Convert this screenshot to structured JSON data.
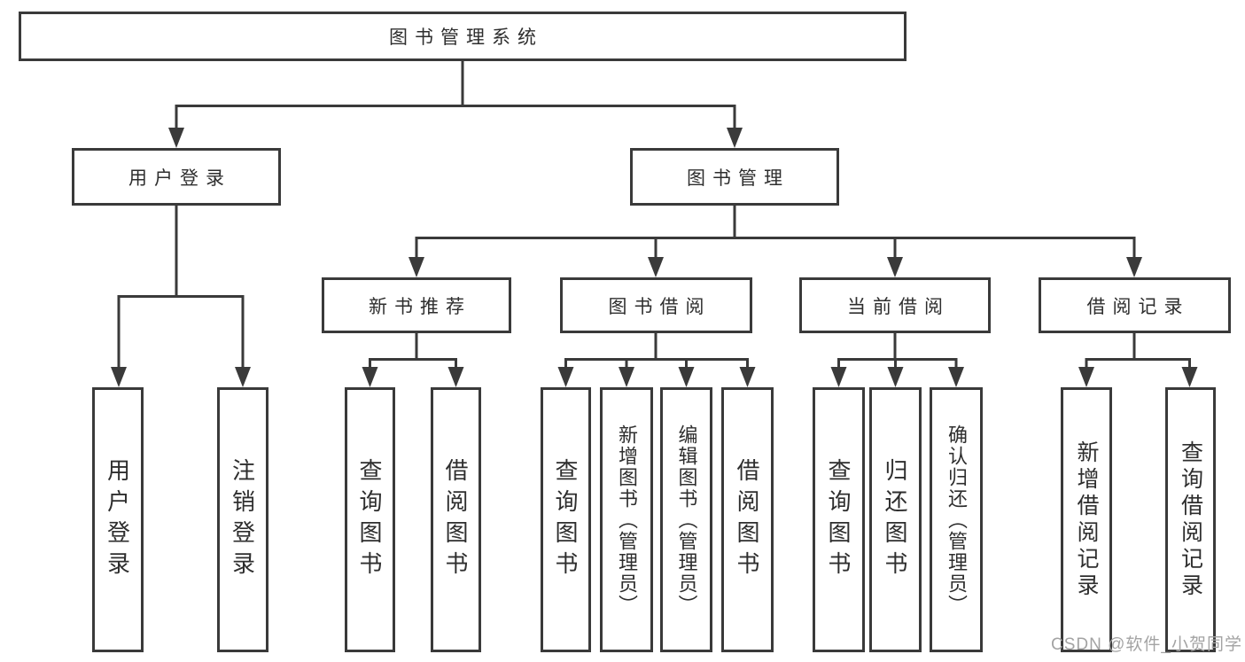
{
  "diagram": {
    "type": "hierarchy-functional-structure",
    "root": {
      "label": "图书管理系统",
      "children": [
        {
          "label": "用户登录",
          "children": [
            {
              "label": "用户登录"
            },
            {
              "label": "注销登录"
            }
          ]
        },
        {
          "label": "图书管理",
          "children": [
            {
              "label": "新书推荐",
              "children": [
                {
                  "label": "查询图书"
                },
                {
                  "label": "借阅图书"
                }
              ]
            },
            {
              "label": "图书借阅",
              "children": [
                {
                  "label": "查询图书"
                },
                {
                  "label": "新增图书（管理员）"
                },
                {
                  "label": "编辑图书（管理员）"
                },
                {
                  "label": "借阅图书"
                }
              ]
            },
            {
              "label": "当前借阅",
              "children": [
                {
                  "label": "查询图书"
                },
                {
                  "label": "归还图书"
                },
                {
                  "label": "确认归还（管理员）"
                }
              ]
            },
            {
              "label": "借阅记录",
              "children": [
                {
                  "label": "新增借阅记录"
                },
                {
                  "label": "查询借阅记录"
                }
              ]
            }
          ]
        }
      ]
    },
    "colors": {
      "line": "#3a3a3a",
      "text": "#2e2e2e",
      "watermark": "#a3a3a3",
      "background": "#ffffff"
    },
    "watermark": {
      "text": "CSDN @软件_小贺同学"
    }
  }
}
